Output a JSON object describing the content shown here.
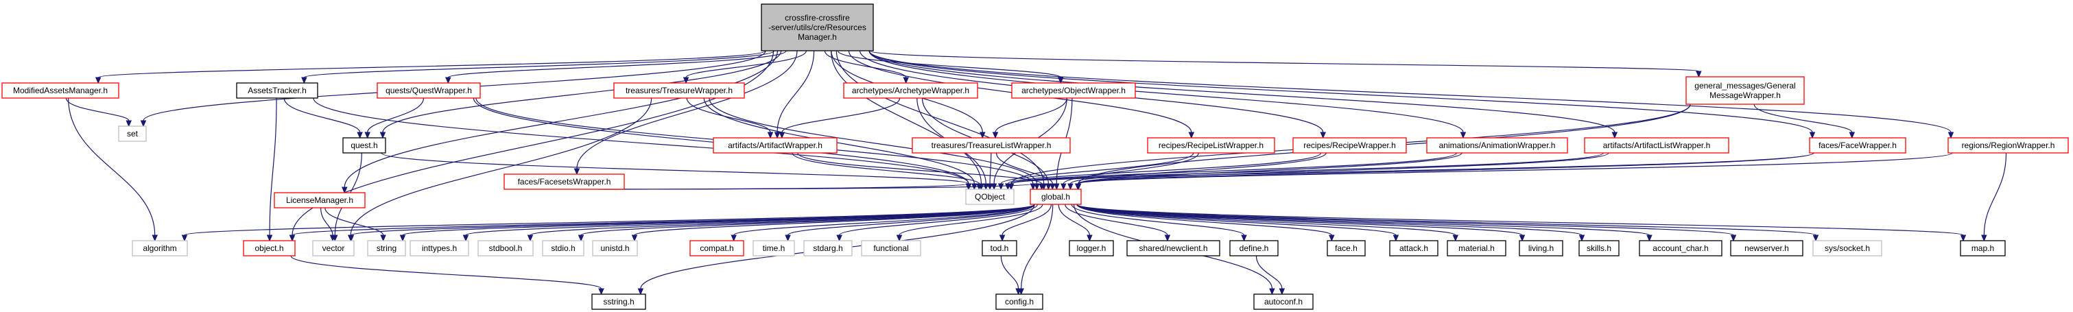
{
  "diagram": {
    "type": "include-dependency-graph",
    "colors": {
      "edge": "#191970",
      "root_fill": "#bfbfbf",
      "documented_border": "#ff0000",
      "plain_border": "#000000",
      "system_border": "#bfbfbf"
    },
    "nodes": [
      {
        "id": "root",
        "kind": "root",
        "lines": [
          "crossfire-crossfire",
          "-server/utils/cre/Resources",
          "Manager.h"
        ]
      },
      {
        "id": "modified_assets",
        "kind": "red",
        "lines": [
          "ModifiedAssetsManager.h"
        ]
      },
      {
        "id": "set",
        "kind": "grey",
        "lines": [
          "set"
        ]
      },
      {
        "id": "assets_tracker",
        "kind": "black",
        "lines": [
          "AssetsTracker.h"
        ]
      },
      {
        "id": "quest_wrapper",
        "kind": "red",
        "lines": [
          "quests/QuestWrapper.h"
        ]
      },
      {
        "id": "quest_h",
        "kind": "black",
        "lines": [
          "quest.h"
        ]
      },
      {
        "id": "license_manager",
        "kind": "red",
        "lines": [
          "LicenseManager.h"
        ]
      },
      {
        "id": "faces_wrapper",
        "kind": "red",
        "lines": [
          "faces/FacesetsWrapper.h"
        ]
      },
      {
        "id": "treasure_wrapper",
        "kind": "red",
        "lines": [
          "treasures/TreasureWrapper.h"
        ]
      },
      {
        "id": "artifact_wrapper",
        "kind": "red",
        "lines": [
          "artifacts/ArtifactWrapper.h"
        ]
      },
      {
        "id": "archetype_wrapper",
        "kind": "red",
        "lines": [
          "archetypes/ArchetypeWrapper.h"
        ]
      },
      {
        "id": "object_wrapper",
        "kind": "red",
        "lines": [
          "archetypes/ObjectWrapper.h"
        ]
      },
      {
        "id": "treasure_list_wrapper",
        "kind": "red",
        "lines": [
          "treasures/TreasureListWrapper.h"
        ]
      },
      {
        "id": "recipe_list_wrapper",
        "kind": "red",
        "lines": [
          "recipes/RecipeListWrapper.h"
        ]
      },
      {
        "id": "recipe_wrapper",
        "kind": "red",
        "lines": [
          "recipes/RecipeWrapper.h"
        ]
      },
      {
        "id": "animation_wrapper",
        "kind": "red",
        "lines": [
          "animations/AnimationWrapper.h"
        ]
      },
      {
        "id": "artifact_list_wrapper",
        "kind": "red",
        "lines": [
          "artifacts/ArtifactListWrapper.h"
        ]
      },
      {
        "id": "general_message_wrapper",
        "kind": "red",
        "lines": [
          "general_messages/General",
          "MessageWrapper.h"
        ]
      },
      {
        "id": "face_wrapper",
        "kind": "red",
        "lines": [
          "faces/FaceWrapper.h"
        ]
      },
      {
        "id": "region_wrapper",
        "kind": "red",
        "lines": [
          "regions/RegionWrapper.h"
        ]
      },
      {
        "id": "qobject",
        "kind": "grey",
        "lines": [
          "QObject"
        ]
      },
      {
        "id": "global_h",
        "kind": "red",
        "lines": [
          "global.h"
        ]
      },
      {
        "id": "algorithm",
        "kind": "grey",
        "lines": [
          "algorithm"
        ]
      },
      {
        "id": "object_h",
        "kind": "red",
        "lines": [
          "object.h"
        ]
      },
      {
        "id": "vector",
        "kind": "grey",
        "lines": [
          "vector"
        ]
      },
      {
        "id": "string",
        "kind": "grey",
        "lines": [
          "string"
        ]
      },
      {
        "id": "inttypes",
        "kind": "grey",
        "lines": [
          "inttypes.h"
        ]
      },
      {
        "id": "stdbool",
        "kind": "grey",
        "lines": [
          "stdbool.h"
        ]
      },
      {
        "id": "stdio",
        "kind": "grey",
        "lines": [
          "stdio.h"
        ]
      },
      {
        "id": "unistd",
        "kind": "grey",
        "lines": [
          "unistd.h"
        ]
      },
      {
        "id": "compat",
        "kind": "red",
        "lines": [
          "compat.h"
        ]
      },
      {
        "id": "time_h",
        "kind": "grey",
        "lines": [
          "time.h"
        ]
      },
      {
        "id": "stdarg",
        "kind": "grey",
        "lines": [
          "stdarg.h"
        ]
      },
      {
        "id": "functional",
        "kind": "grey",
        "lines": [
          "functional"
        ]
      },
      {
        "id": "tod",
        "kind": "black",
        "lines": [
          "tod.h"
        ]
      },
      {
        "id": "logger",
        "kind": "black",
        "lines": [
          "logger.h"
        ]
      },
      {
        "id": "newclient",
        "kind": "black",
        "lines": [
          "shared/newclient.h"
        ]
      },
      {
        "id": "define",
        "kind": "black",
        "lines": [
          "define.h"
        ]
      },
      {
        "id": "face",
        "kind": "black",
        "lines": [
          "face.h"
        ]
      },
      {
        "id": "attack",
        "kind": "black",
        "lines": [
          "attack.h"
        ]
      },
      {
        "id": "material",
        "kind": "black",
        "lines": [
          "material.h"
        ]
      },
      {
        "id": "living",
        "kind": "black",
        "lines": [
          "living.h"
        ]
      },
      {
        "id": "skills",
        "kind": "black",
        "lines": [
          "skills.h"
        ]
      },
      {
        "id": "account_char",
        "kind": "black",
        "lines": [
          "account_char.h"
        ]
      },
      {
        "id": "newserver",
        "kind": "black",
        "lines": [
          "newserver.h"
        ]
      },
      {
        "id": "socket",
        "kind": "grey",
        "lines": [
          "sys/socket.h"
        ]
      },
      {
        "id": "map_h",
        "kind": "black",
        "lines": [
          "map.h"
        ]
      },
      {
        "id": "sstring",
        "kind": "black",
        "lines": [
          "sstring.h"
        ]
      },
      {
        "id": "config",
        "kind": "black",
        "lines": [
          "config.h"
        ]
      },
      {
        "id": "autoconf",
        "kind": "black",
        "lines": [
          "autoconf.h"
        ]
      }
    ],
    "edges": [
      [
        "root",
        "modified_assets"
      ],
      [
        "root",
        "set"
      ],
      [
        "root",
        "assets_tracker"
      ],
      [
        "root",
        "quest_wrapper"
      ],
      [
        "root",
        "quest_h"
      ],
      [
        "root",
        "license_manager"
      ],
      [
        "root",
        "faces_wrapper"
      ],
      [
        "root",
        "treasure_wrapper"
      ],
      [
        "root",
        "artifact_wrapper"
      ],
      [
        "root",
        "archetype_wrapper"
      ],
      [
        "root",
        "object_wrapper"
      ],
      [
        "root",
        "treasure_list_wrapper"
      ],
      [
        "root",
        "recipe_list_wrapper"
      ],
      [
        "root",
        "recipe_wrapper"
      ],
      [
        "root",
        "animation_wrapper"
      ],
      [
        "root",
        "artifact_list_wrapper"
      ],
      [
        "root",
        "general_message_wrapper"
      ],
      [
        "root",
        "face_wrapper"
      ],
      [
        "root",
        "region_wrapper"
      ],
      [
        "root",
        "qobject"
      ],
      [
        "root",
        "global_h"
      ],
      [
        "root",
        "object_h"
      ],
      [
        "modified_assets",
        "set"
      ],
      [
        "modified_assets",
        "algorithm"
      ],
      [
        "assets_tracker",
        "quest_h"
      ],
      [
        "assets_tracker",
        "qobject"
      ],
      [
        "assets_tracker",
        "object_h"
      ],
      [
        "quest_wrapper",
        "quest_h"
      ],
      [
        "quest_wrapper",
        "qobject"
      ],
      [
        "quest_wrapper",
        "global_h"
      ],
      [
        "quest_h",
        "qobject"
      ],
      [
        "quest_h",
        "vector"
      ],
      [
        "license_manager",
        "vector"
      ],
      [
        "license_manager",
        "string"
      ],
      [
        "faces_wrapper",
        "qobject"
      ],
      [
        "faces_wrapper",
        "global_h"
      ],
      [
        "treasure_wrapper",
        "artifact_wrapper"
      ],
      [
        "treasure_wrapper",
        "qobject"
      ],
      [
        "treasure_wrapper",
        "global_h"
      ],
      [
        "treasure_wrapper",
        "vector"
      ],
      [
        "artifact_wrapper",
        "qobject"
      ],
      [
        "artifact_wrapper",
        "global_h"
      ],
      [
        "archetype_wrapper",
        "artifact_wrapper"
      ],
      [
        "archetype_wrapper",
        "qobject"
      ],
      [
        "archetype_wrapper",
        "global_h"
      ],
      [
        "object_wrapper",
        "treasure_list_wrapper"
      ],
      [
        "object_wrapper",
        "qobject"
      ],
      [
        "object_wrapper",
        "global_h"
      ],
      [
        "treasure_list_wrapper",
        "qobject"
      ],
      [
        "treasure_list_wrapper",
        "global_h"
      ],
      [
        "recipe_list_wrapper",
        "qobject"
      ],
      [
        "recipe_list_wrapper",
        "global_h"
      ],
      [
        "recipe_wrapper",
        "qobject"
      ],
      [
        "recipe_wrapper",
        "global_h"
      ],
      [
        "animation_wrapper",
        "qobject"
      ],
      [
        "animation_wrapper",
        "global_h"
      ],
      [
        "artifact_list_wrapper",
        "qobject"
      ],
      [
        "artifact_list_wrapper",
        "global_h"
      ],
      [
        "general_message_wrapper",
        "face_wrapper"
      ],
      [
        "general_message_wrapper",
        "qobject"
      ],
      [
        "general_message_wrapper",
        "global_h"
      ],
      [
        "face_wrapper",
        "qobject"
      ],
      [
        "face_wrapper",
        "global_h"
      ],
      [
        "region_wrapper",
        "global_h"
      ],
      [
        "region_wrapper",
        "map_h"
      ],
      [
        "global_h",
        "algorithm"
      ],
      [
        "global_h",
        "object_h"
      ],
      [
        "global_h",
        "vector"
      ],
      [
        "global_h",
        "string"
      ],
      [
        "global_h",
        "inttypes"
      ],
      [
        "global_h",
        "stdbool"
      ],
      [
        "global_h",
        "stdio"
      ],
      [
        "global_h",
        "unistd"
      ],
      [
        "global_h",
        "compat"
      ],
      [
        "global_h",
        "time_h"
      ],
      [
        "global_h",
        "stdarg"
      ],
      [
        "global_h",
        "functional"
      ],
      [
        "global_h",
        "tod"
      ],
      [
        "global_h",
        "logger"
      ],
      [
        "global_h",
        "newclient"
      ],
      [
        "global_h",
        "define"
      ],
      [
        "global_h",
        "face"
      ],
      [
        "global_h",
        "attack"
      ],
      [
        "global_h",
        "material"
      ],
      [
        "global_h",
        "living"
      ],
      [
        "global_h",
        "skills"
      ],
      [
        "global_h",
        "account_char"
      ],
      [
        "global_h",
        "newserver"
      ],
      [
        "global_h",
        "socket"
      ],
      [
        "global_h",
        "map_h"
      ],
      [
        "global_h",
        "sstring"
      ],
      [
        "global_h",
        "config"
      ],
      [
        "global_h",
        "autoconf"
      ],
      [
        "object_h",
        "sstring"
      ],
      [
        "tod",
        "config"
      ],
      [
        "define",
        "autoconf"
      ]
    ]
  }
}
